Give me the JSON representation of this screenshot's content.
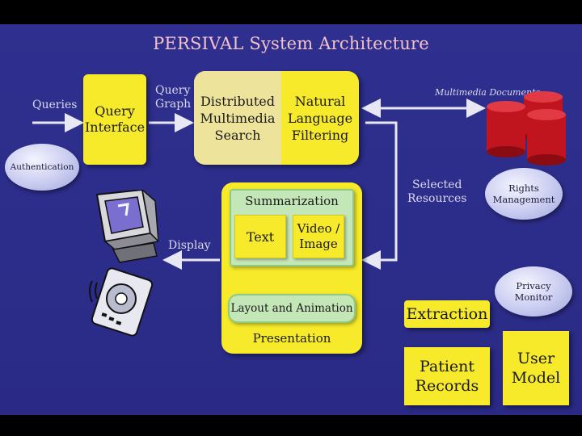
{
  "title": "PERSIVAL System Architecture",
  "labels": {
    "queries": "Queries",
    "query_graph": "Query\nGraph",
    "display": "Display",
    "selected_resources": "Selected\nResources",
    "multimedia_documents": "Multimedia Documents"
  },
  "boxes": {
    "query_interface": "Query\nInterface",
    "distributed_search": "Distributed\nMultimedia\nSearch",
    "nl_filtering": "Natural\nLanguage\nFiltering",
    "summarization": "Summarization",
    "text": "Text",
    "video_image": "Video /\nImage",
    "layout_animation": "Layout and Animation",
    "presentation": "Presentation",
    "extraction": "Extraction",
    "patient_records": "Patient\nRecords",
    "user_model": "User\nModel"
  },
  "ovals": {
    "authentication": "Authentication",
    "rights_management": "Rights\nManagement",
    "privacy_monitor": "Privacy\nMonitor"
  },
  "colors": {
    "background": "#2d2d8c",
    "yellow": "#f6ea2a",
    "green": "#c4e7b8",
    "cylinder": "#c0141e",
    "title": "#f2c2c8"
  }
}
